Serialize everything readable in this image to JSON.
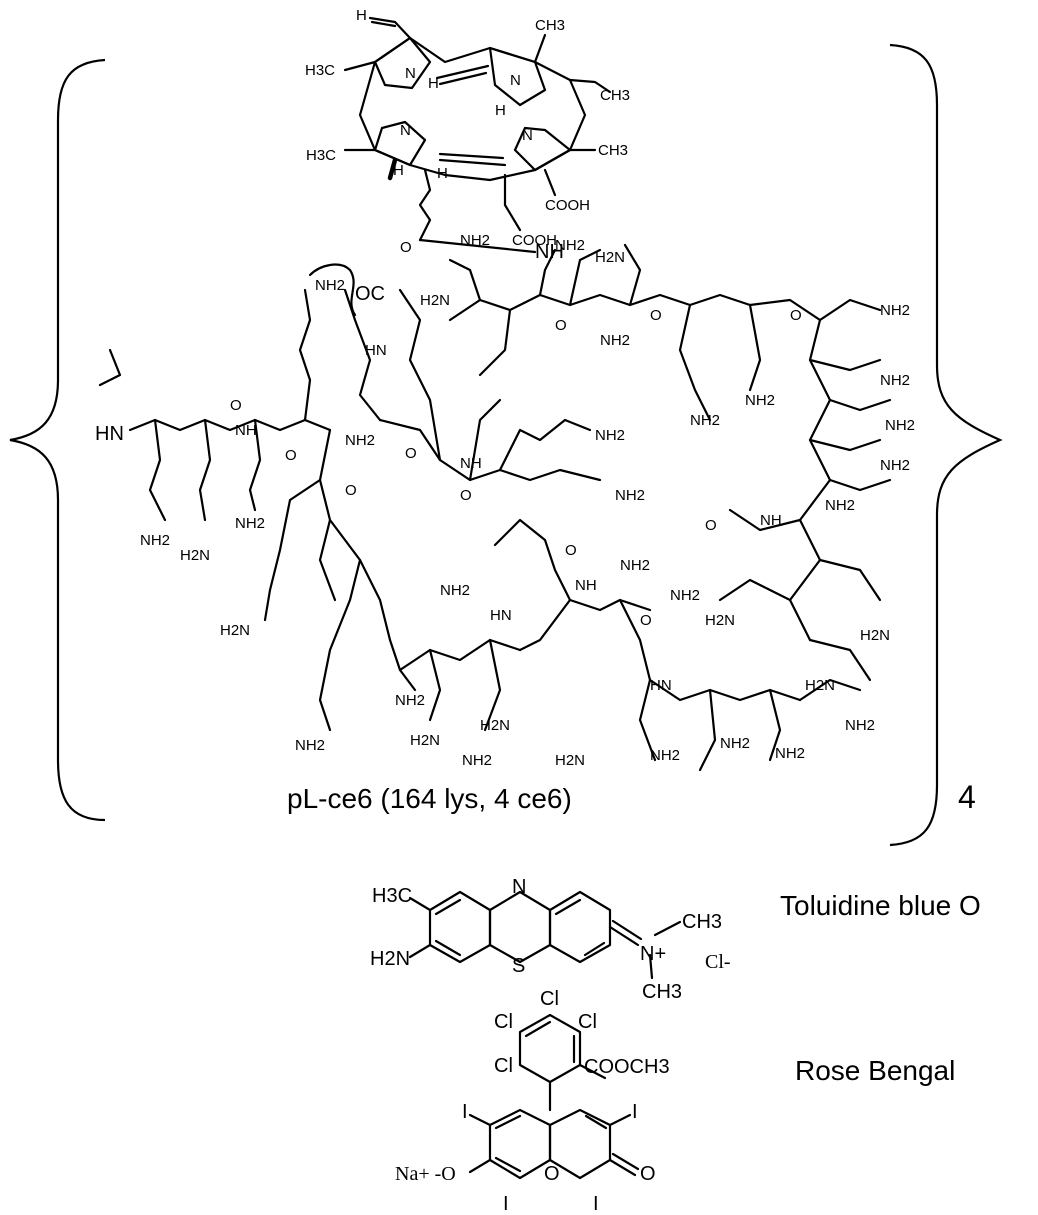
{
  "polymer": {
    "caption": "pL-ce6 (164 lys, 4 ce6)",
    "multiplier": "4"
  },
  "atoms": {
    "h3c": "H3C",
    "ch3": "CH3",
    "h2n": "H2N",
    "nh2": "NH2",
    "nh": "NH",
    "hn": "HN",
    "n": "N",
    "h": "H",
    "o": "O",
    "s": "S",
    "cooh": "COOH",
    "oc": "OC"
  },
  "compounds": [
    {
      "name": "Toluidine blue O",
      "counterion": "Cl-",
      "cation_label": "N+"
    },
    {
      "name": "Rose Bengal",
      "substituent": "COOCH3",
      "halogen": "Cl",
      "iodine": "I",
      "counterion": "Na+ -O",
      "carbonyl": "O"
    }
  ]
}
